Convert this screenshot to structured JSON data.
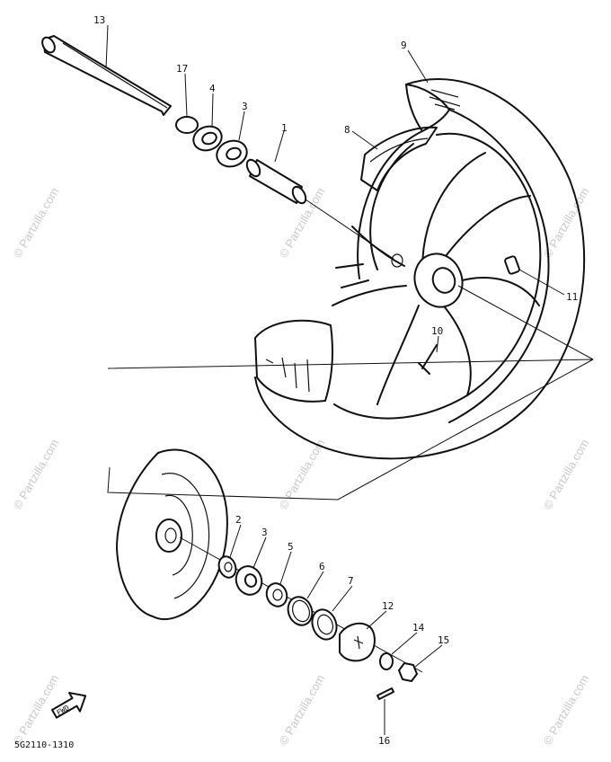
{
  "diagram": {
    "part_labels": {
      "p1": "1",
      "p2": "2",
      "p3a": "3",
      "p3b": "3",
      "p4": "4",
      "p5": "5",
      "p6": "6",
      "p7": "7",
      "p8": "8",
      "p9": "9",
      "p10": "10",
      "p11": "11",
      "p12": "12",
      "p13": "13",
      "p14": "14",
      "p15": "15",
      "p16": "16",
      "p17": "17"
    },
    "diagram_code": "5G2110-1310",
    "front_arrow_label": "FWD"
  },
  "watermark": {
    "text": "© Partzilla.com"
  }
}
